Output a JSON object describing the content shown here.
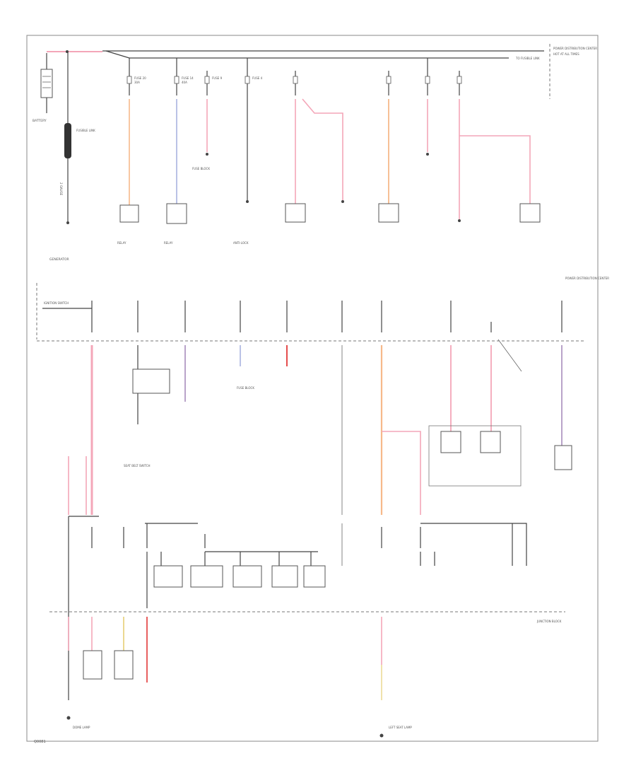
{
  "figure_code": "Q0081",
  "colors": {
    "pink": "#f4a6b8",
    "violet": "#b9a3c9",
    "blue": "#a9b3e0",
    "orange": "#f6b98a",
    "yellow": "#e6cf75",
    "red": "#e54d4d",
    "wire": "#444444"
  },
  "labels": {
    "battery": "BATTERY",
    "fusible_link": "FUSIBLE LINK",
    "generator": "GENERATOR",
    "pdc": "POWER DISTRIBUTION CENTER",
    "fuse_block": "FUSE BLOCK",
    "hot_at_all_times": "HOT AT ALL TIMES",
    "junction_block": "JUNCTION BLOCK",
    "ignition_switch": "IGNITION SWITCH",
    "seat_belt_switch": "SEAT BELT SWITCH",
    "dome_lamp": "DOME LAMP",
    "left_seat_lamp": "LEFT SEAT LAMP"
  }
}
